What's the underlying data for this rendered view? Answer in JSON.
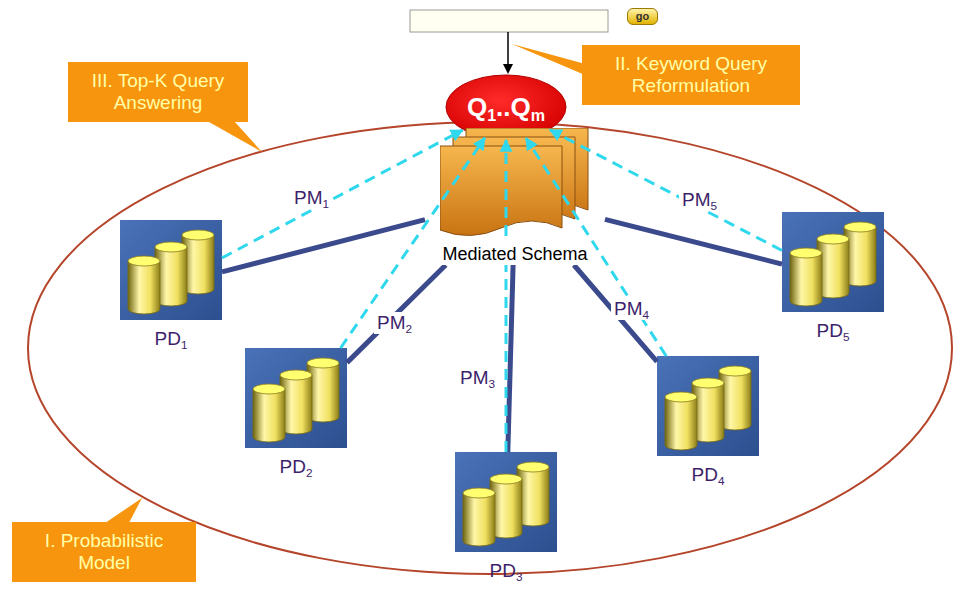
{
  "diagram": {
    "nodes": [
      {
        "text": [
          "go"
        ]
      },
      {
        "text": [
          "III. Top-K Query Answering"
        ]
      },
      {
        "text": [
          "II. Keyword Query Reformulation"
        ]
      },
      {
        "text": [
          "Q1..Qm"
        ]
      },
      {
        "text": [
          "Mediated Schema"
        ]
      },
      {
        "text": [
          "PD1"
        ]
      },
      {
        "text": [
          "PD2"
        ]
      },
      {
        "text": [
          "PD3"
        ]
      },
      {
        "text": [
          "PD4"
        ]
      },
      {
        "text": [
          "PD5"
        ]
      },
      {
        "text": [
          "I. Probabilistic Model"
        ]
      }
    ],
    "edges": [
      {
        "from": 5,
        "to": 4,
        "label": "PM1",
        "arrow": "none"
      },
      {
        "from": 5,
        "to": 3,
        "arrow": "to"
      },
      {
        "from": 6,
        "to": 4,
        "label": "PM2",
        "arrow": "none"
      },
      {
        "from": 6,
        "to": 3,
        "arrow": "to"
      },
      {
        "from": 7,
        "to": 4,
        "label": "PM3",
        "arrow": "none"
      },
      {
        "from": 7,
        "to": 3,
        "arrow": "to"
      },
      {
        "from": 8,
        "to": 4,
        "label": "PM4",
        "arrow": "none"
      },
      {
        "from": 8,
        "to": 3,
        "arrow": "to"
      },
      {
        "from": 9,
        "to": 4,
        "label": "PM5",
        "arrow": "none"
      },
      {
        "from": 9,
        "to": 3,
        "arrow": "to"
      }
    ]
  }
}
